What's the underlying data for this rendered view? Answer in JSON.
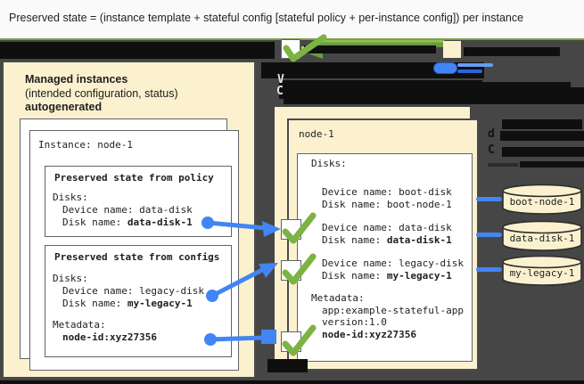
{
  "header": {
    "formula": "Preserved state = (instance template + stateful config [stateful policy + per-instance config]) per instance"
  },
  "left_panel": {
    "title_line1": "Managed instances",
    "title_line2": "(intended configuration, status)",
    "title_line3": "autogenerated",
    "instance_label": "Instance: node-1",
    "policy_box": {
      "title": "Preserved state from policy",
      "disks_label": "Disks:",
      "device_line": "Device name: data-disk",
      "disk_prefix": "Disk name: ",
      "disk_value": "data-disk-1"
    },
    "configs_box": {
      "title": "Preserved state from configs",
      "disks_label": "Disks:",
      "device_line": "Device name: legacy-disk",
      "disk_prefix": "Disk name: ",
      "disk_value": "my-legacy-1",
      "metadata_label": "Metadata:",
      "metadata_value": "node-id:xyz27356"
    }
  },
  "right_panel": {
    "title": "node-1",
    "disks_label": "Disks:",
    "boot_device_line": "Device name: boot-disk",
    "boot_disk_line": "Disk name: boot-node-1",
    "data_device_line": "Device name: data-disk",
    "data_disk_prefix": "Disk name: ",
    "data_disk_value": "data-disk-1",
    "legacy_device_line": "Device name: legacy-disk",
    "legacy_disk_prefix": "Disk name: ",
    "legacy_disk_value": "my-legacy-1",
    "metadata_label": "Metadata:",
    "metadata_app": "app:example-stateful-app",
    "metadata_version": "version:1.0",
    "metadata_nodeid": "node-id:xyz27356"
  },
  "disk_cylinders": [
    {
      "label": "boot-node-1"
    },
    {
      "label": "data-disk-1"
    },
    {
      "label": "my-legacy-1"
    }
  ],
  "redaction_remnants": {
    "white_v": "V",
    "white_c": "C",
    "dark_d": "d",
    "dark_c": "C"
  },
  "colors": {
    "background": "#464646",
    "redaction": "#0f0f0f",
    "panel_cream": "#fcf1cf",
    "blue_accent": "#4285f4",
    "green_accent": "#7cb342",
    "green_arrow": "#6c9c40"
  }
}
